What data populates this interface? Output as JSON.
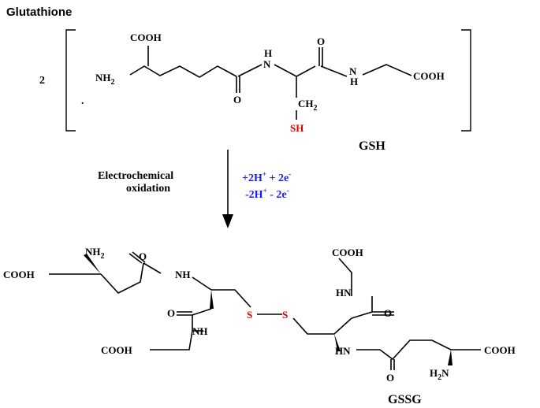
{
  "title": "Glutathione",
  "coefficient": "2",
  "dot": ".",
  "gsh": {
    "name": "GSH",
    "cooh_top": "COOH",
    "nh2": "NH",
    "nh2_sub": "2",
    "nh_1": "H",
    "n_1": "N",
    "o_1": "O",
    "o_2": "O",
    "nh_2": "H",
    "n_2": "N",
    "cooh_right": "COOH",
    "ch2": "CH",
    "ch2_sub": "2",
    "sh": "SH"
  },
  "reaction": {
    "condition_line1": "Electrochemical",
    "condition_line2": "oxidation",
    "forward": "+2H",
    "forward_sup": "+",
    "forward_tail": " + 2e",
    "forward_tail_sup": "-",
    "reverse": "-2H",
    "reverse_sup": "+",
    "reverse_tail": " - 2e",
    "reverse_tail_sup": "-"
  },
  "gssg": {
    "name": "GSSG",
    "nh2_top": "NH",
    "nh2_top_sub": "2",
    "cooh_left": "COOH",
    "o_a": "O",
    "nh_a": "NH",
    "o_b": "O",
    "nh_b": "NH",
    "cooh_bottom_left": "COOH",
    "s1": "S",
    "s2": "S",
    "cooh_top_right": "COOH",
    "hn_c": "HN",
    "o_c": "O",
    "hn_d": "HN",
    "o_d": "O",
    "cooh_right": "COOH",
    "h2n": "H",
    "h2n_sub": "2",
    "h2n_tail": "N"
  },
  "colors": {
    "sulfur": "#e00000",
    "reaction_text": "#1a1aff",
    "ink": "#000000"
  }
}
